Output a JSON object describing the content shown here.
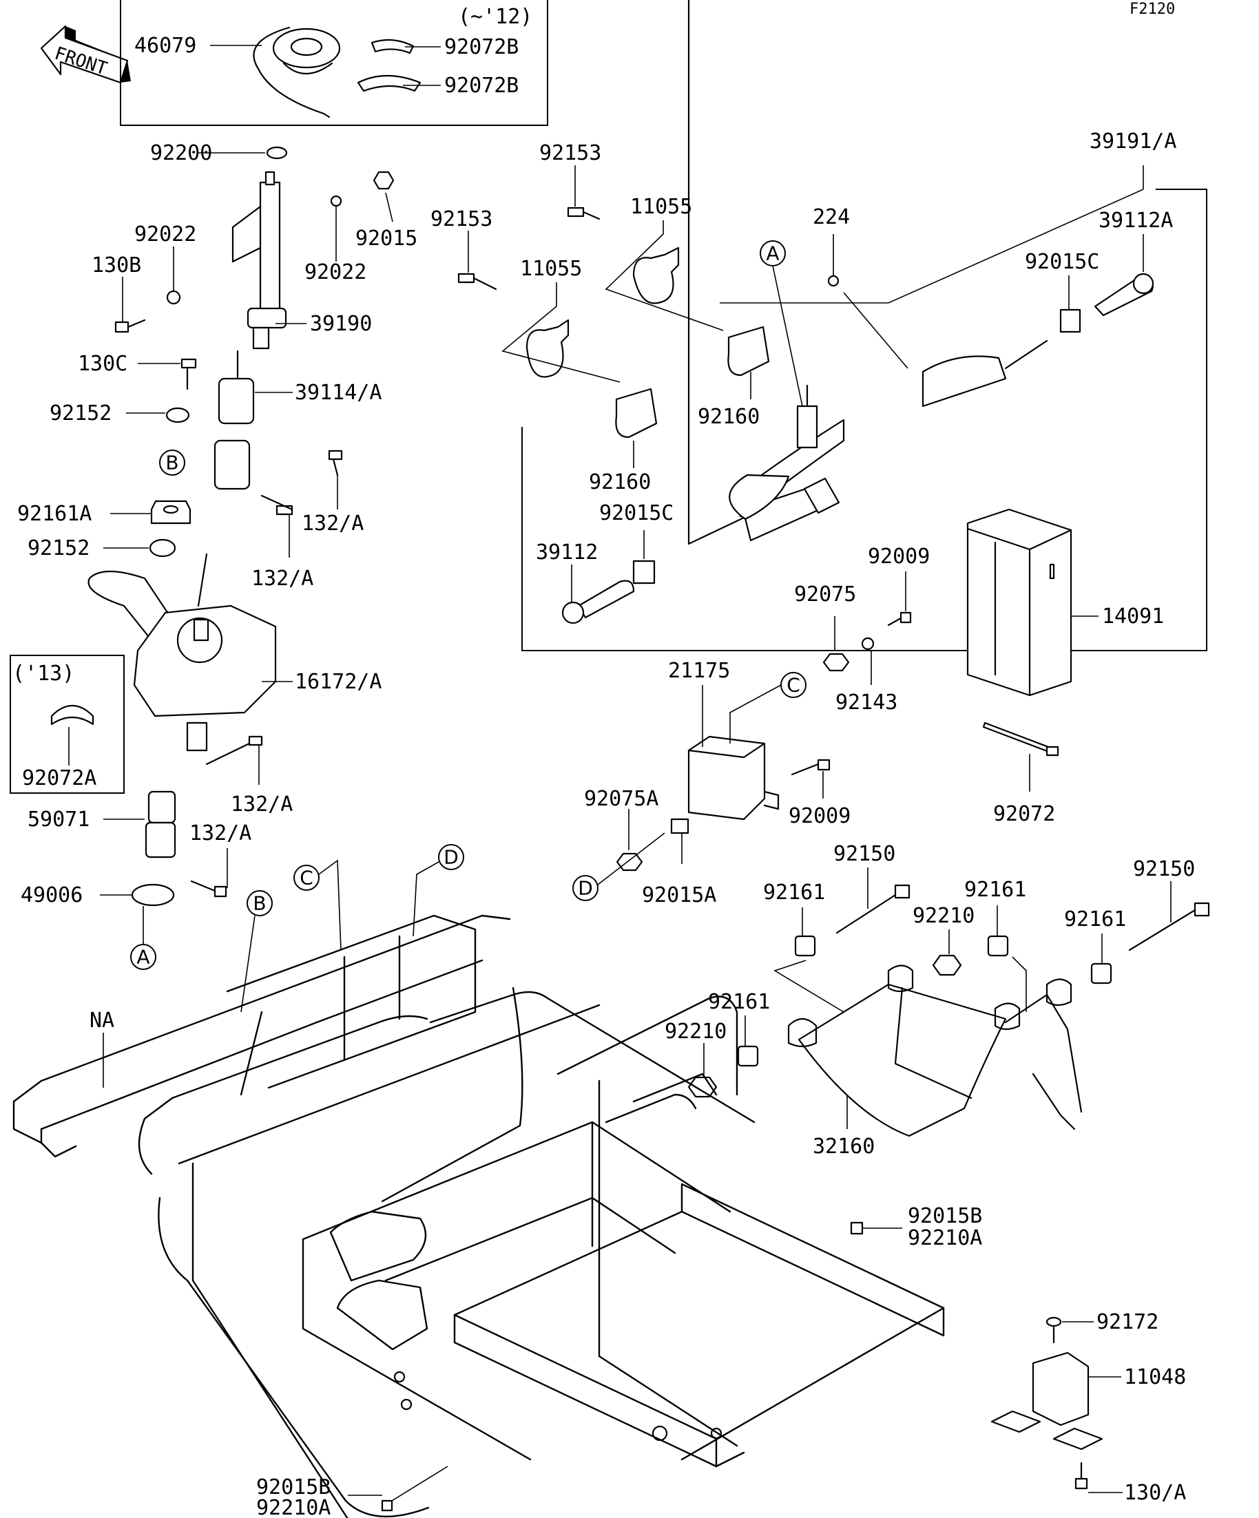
{
  "diagram_code": "F2120",
  "front_arrow": {
    "text": "FRONT"
  },
  "variant_notes": {
    "upto_12": "(~'12)",
    "from_13": "('13)"
  },
  "callouts": {
    "A": "A",
    "B": "B",
    "C": "C",
    "D": "D"
  },
  "labels": {
    "p46079": "46079",
    "p92072B_1": "92072B",
    "p92072B_2": "92072B",
    "p92200": "92200",
    "p92022_1": "92022",
    "p92022_2": "92022",
    "p92015": "92015",
    "p130B": "130B",
    "p39190": "39190",
    "p130C": "130C",
    "p39114A": "39114/A",
    "p92152_1": "92152",
    "p92161A": "92161A",
    "p92152_2": "92152",
    "p132A_1": "132/A",
    "p132A_2": "132/A",
    "p16172A": "16172/A",
    "p92072A": "92072A",
    "p132A_3": "132/A",
    "p59071": "59071",
    "p132A_4": "132/A",
    "p49006": "49006",
    "pNA": "NA",
    "p92153_1": "92153",
    "p11055_1": "11055",
    "p92153_2": "92153",
    "p11055_2": "11055",
    "p224": "224",
    "p39191A": "39191/A",
    "p39112A": "39112A",
    "p92015C_1": "92015C",
    "p92160_1": "92160",
    "p92160_2": "92160",
    "p92015C_2": "92015C",
    "p39112": "39112",
    "p92009_1": "92009",
    "p92075": "92075",
    "p14091": "14091",
    "p21175": "21175",
    "p92143": "92143",
    "p92009_2": "92009",
    "p92075A": "92075A",
    "p92015A": "92015A",
    "p92072": "92072",
    "p92150_1": "92150",
    "p92161_1": "92161",
    "p92161_2": "92161",
    "p92150_2": "92150",
    "p92210_1": "92210",
    "p92161_3": "92161",
    "p92161_4": "92161",
    "p92210_2": "92210",
    "p32160": "32160",
    "p92015B_1": "92015B",
    "p92210A_1": "92210A",
    "p92172": "92172",
    "p11048": "11048",
    "p92015B_2": "92015B",
    "p92210A_2": "92210A",
    "p130A": "130/A"
  }
}
